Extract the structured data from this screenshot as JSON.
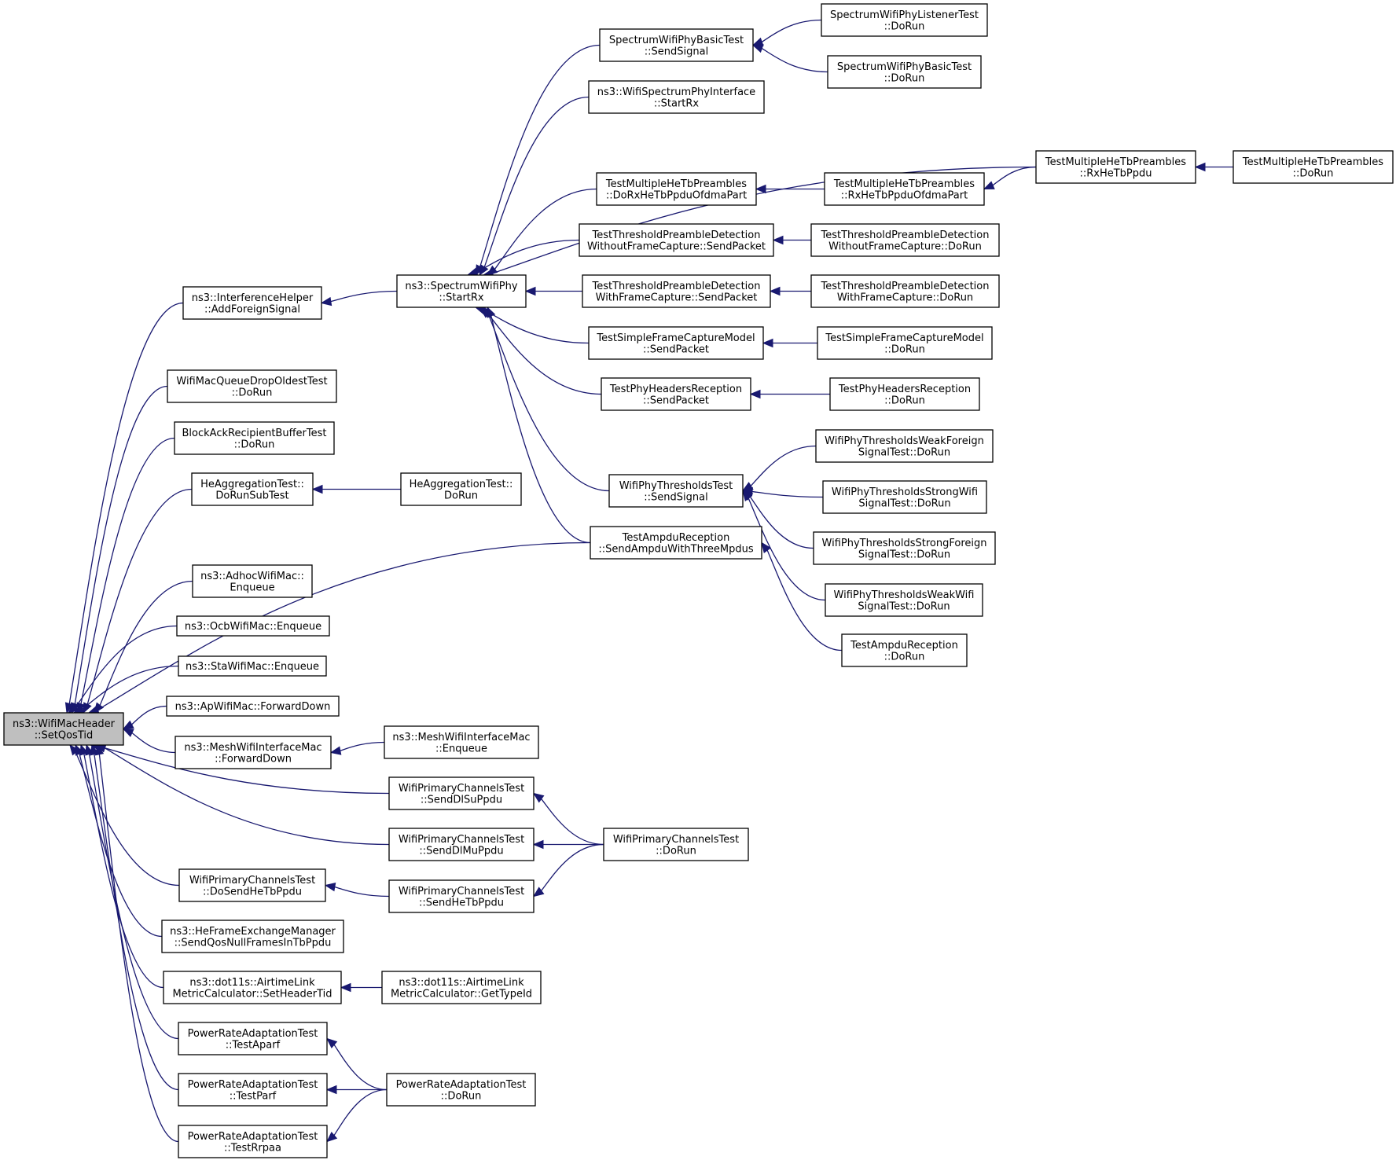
{
  "graph": {
    "nodes": [
      {
        "id": "root",
        "lines": [
          "ns3::WifiMacHeader",
          "::SetQosTid"
        ]
      },
      {
        "id": "n_ifh",
        "lines": [
          "ns3::InterferenceHelper",
          "::AddForeignSignal"
        ]
      },
      {
        "id": "n_wmq",
        "lines": [
          "WifiMacQueueDropOldestTest",
          "::DoRun"
        ]
      },
      {
        "id": "n_bar",
        "lines": [
          "BlockAckRecipientBufferTest",
          "::DoRun"
        ]
      },
      {
        "id": "n_hest",
        "lines": [
          "HeAggregationTest::",
          "DoRunSubTest"
        ]
      },
      {
        "id": "n_adhoc",
        "lines": [
          "ns3::AdhocWifiMac::",
          "Enqueue"
        ]
      },
      {
        "id": "n_ocb",
        "lines": [
          "ns3::OcbWifiMac::Enqueue"
        ]
      },
      {
        "id": "n_sta",
        "lines": [
          "ns3::StaWifiMac::Enqueue"
        ]
      },
      {
        "id": "n_ap",
        "lines": [
          "ns3::ApWifiMac::ForwardDown"
        ]
      },
      {
        "id": "n_meshfd",
        "lines": [
          "ns3::MeshWifiInterfaceMac",
          "::ForwardDown"
        ]
      },
      {
        "id": "n_wpcdoHe",
        "lines": [
          "WifiPrimaryChannelsTest",
          "::DoSendHeTbPpdu"
        ]
      },
      {
        "id": "n_hefem",
        "lines": [
          "ns3::HeFrameExchangeManager",
          "::SendQosNullFramesInTbPpdu"
        ]
      },
      {
        "id": "n_dot11set",
        "lines": [
          "ns3::dot11s::AirtimeLink",
          "MetricCalculator::SetHeaderTid"
        ]
      },
      {
        "id": "n_praparf",
        "lines": [
          "PowerRateAdaptationTest",
          "::TestAparf"
        ]
      },
      {
        "id": "n_prparf",
        "lines": [
          "PowerRateAdaptationTest",
          "::TestParf"
        ]
      },
      {
        "id": "n_prrpaa",
        "lines": [
          "PowerRateAdaptationTest",
          "::TestRrpaa"
        ]
      },
      {
        "id": "n_sws",
        "lines": [
          "ns3::SpectrumWifiPhy",
          "::StartRx"
        ]
      },
      {
        "id": "n_heaggrun",
        "lines": [
          "HeAggregationTest::",
          "DoRun"
        ]
      },
      {
        "id": "n_ampdu",
        "lines": [
          "TestAmpduReception",
          "::SendAmpduWithThreeMpdus"
        ]
      },
      {
        "id": "n_meshenq",
        "lines": [
          "ns3::MeshWifiInterfaceMac",
          "::Enqueue"
        ]
      },
      {
        "id": "n_wpcsu",
        "lines": [
          "WifiPrimaryChannelsTest",
          "::SendDlSuPpdu"
        ]
      },
      {
        "id": "n_wpcmu",
        "lines": [
          "WifiPrimaryChannelsTest",
          "::SendDlMuPpdu"
        ]
      },
      {
        "id": "n_wpchetb",
        "lines": [
          "WifiPrimaryChannelsTest",
          "::SendHeTbPpdu"
        ]
      },
      {
        "id": "n_dot11get",
        "lines": [
          "ns3::dot11s::AirtimeLink",
          "MetricCalculator::GetTypeId"
        ]
      },
      {
        "id": "n_prrun",
        "lines": [
          "PowerRateAdaptationTest",
          "::DoRun"
        ]
      },
      {
        "id": "n_swbss",
        "lines": [
          "SpectrumWifiPhyBasicTest",
          "::SendSignal"
        ]
      },
      {
        "id": "n_wspi",
        "lines": [
          "ns3::WifiSpectrumPhyInterface",
          "::StartRx"
        ]
      },
      {
        "id": "n_tmhofdma",
        "lines": [
          "TestMultipleHeTbPreambles",
          "::DoRxHeTbPpduOfdmaPart"
        ]
      },
      {
        "id": "n_ttpdwo",
        "lines": [
          "TestThresholdPreambleDetection",
          "WithoutFrameCapture::SendPacket"
        ]
      },
      {
        "id": "n_ttpdw",
        "lines": [
          "TestThresholdPreambleDetection",
          "WithFrameCapture::SendPacket"
        ]
      },
      {
        "id": "n_tsfcm",
        "lines": [
          "TestSimpleFrameCaptureModel",
          "::SendPacket"
        ]
      },
      {
        "id": "n_tphr",
        "lines": [
          "TestPhyHeadersReception",
          "::SendPacket"
        ]
      },
      {
        "id": "n_wptss",
        "lines": [
          "WifiPhyThresholdsTest",
          "::SendSignal"
        ]
      },
      {
        "id": "n_tarun",
        "lines": [
          "TestAmpduReception",
          "::DoRun"
        ]
      },
      {
        "id": "n_wpcrun",
        "lines": [
          "WifiPrimaryChannelsTest",
          "::DoRun"
        ]
      },
      {
        "id": "n_swltrun",
        "lines": [
          "SpectrumWifiPhyListenerTest",
          "::DoRun"
        ]
      },
      {
        "id": "n_swbtrun",
        "lines": [
          "SpectrumWifiPhyBasicTest",
          "::DoRun"
        ]
      },
      {
        "id": "n_tmhrxofdma",
        "lines": [
          "TestMultipleHeTbPreambles",
          "::RxHeTbPpduOfdmaPart"
        ]
      },
      {
        "id": "n_tmhrx",
        "lines": [
          "TestMultipleHeTbPreambles",
          "::RxHeTbPpdu"
        ]
      },
      {
        "id": "n_tmhrun",
        "lines": [
          "TestMultipleHeTbPreambles",
          "::DoRun"
        ]
      },
      {
        "id": "n_ttpdworun",
        "lines": [
          "TestThresholdPreambleDetection",
          "WithoutFrameCapture::DoRun"
        ]
      },
      {
        "id": "n_ttpdwrun",
        "lines": [
          "TestThresholdPreambleDetection",
          "WithFrameCapture::DoRun"
        ]
      },
      {
        "id": "n_tsfcmrun",
        "lines": [
          "TestSimpleFrameCaptureModel",
          "::DoRun"
        ]
      },
      {
        "id": "n_tphrrun",
        "lines": [
          "TestPhyHeadersReception",
          "::DoRun"
        ]
      },
      {
        "id": "n_wptwf",
        "lines": [
          "WifiPhyThresholdsWeakForeign",
          "SignalTest::DoRun"
        ]
      },
      {
        "id": "n_wptsw",
        "lines": [
          "WifiPhyThresholdsStrongWifi",
          "SignalTest::DoRun"
        ]
      },
      {
        "id": "n_wptsf",
        "lines": [
          "WifiPhyThresholdsStrongForeign",
          "SignalTest::DoRun"
        ]
      },
      {
        "id": "n_wptww",
        "lines": [
          "WifiPhyThresholdsWeakWifi",
          "SignalTest::DoRun"
        ]
      }
    ],
    "edges": [
      {
        "from": "n_ifh",
        "to": "root"
      },
      {
        "from": "n_wmq",
        "to": "root"
      },
      {
        "from": "n_bar",
        "to": "root"
      },
      {
        "from": "n_hest",
        "to": "root"
      },
      {
        "from": "n_ampdu",
        "to": "root"
      },
      {
        "from": "n_adhoc",
        "to": "root"
      },
      {
        "from": "n_ocb",
        "to": "root"
      },
      {
        "from": "n_sta",
        "to": "root"
      },
      {
        "from": "n_ap",
        "to": "root"
      },
      {
        "from": "n_meshfd",
        "to": "root"
      },
      {
        "from": "n_wpcsu",
        "to": "root"
      },
      {
        "from": "n_wpcmu",
        "to": "root"
      },
      {
        "from": "n_wpcdoHe",
        "to": "root"
      },
      {
        "from": "n_hefem",
        "to": "root"
      },
      {
        "from": "n_dot11set",
        "to": "root"
      },
      {
        "from": "n_praparf",
        "to": "root"
      },
      {
        "from": "n_prparf",
        "to": "root"
      },
      {
        "from": "n_prrpaa",
        "to": "root"
      },
      {
        "from": "n_sws",
        "to": "n_ifh"
      },
      {
        "from": "n_heaggrun",
        "to": "n_hest"
      },
      {
        "from": "n_meshenq",
        "to": "n_meshfd"
      },
      {
        "from": "n_wpchetb",
        "to": "n_wpcdoHe"
      },
      {
        "from": "n_dot11get",
        "to": "n_dot11set"
      },
      {
        "from": "n_prrun",
        "to": "n_praparf"
      },
      {
        "from": "n_prrun",
        "to": "n_prparf"
      },
      {
        "from": "n_prrun",
        "to": "n_prrpaa"
      },
      {
        "from": "n_swbss",
        "to": "n_sws"
      },
      {
        "from": "n_wspi",
        "to": "n_sws"
      },
      {
        "from": "n_tmhrx",
        "to": "n_sws"
      },
      {
        "from": "n_tmhofdma",
        "to": "n_sws"
      },
      {
        "from": "n_ttpdwo",
        "to": "n_sws"
      },
      {
        "from": "n_ttpdw",
        "to": "n_sws"
      },
      {
        "from": "n_tsfcm",
        "to": "n_sws"
      },
      {
        "from": "n_tphr",
        "to": "n_sws"
      },
      {
        "from": "n_wptss",
        "to": "n_sws"
      },
      {
        "from": "n_ampdu",
        "to": "n_sws"
      },
      {
        "from": "n_swltrun",
        "to": "n_swbss"
      },
      {
        "from": "n_swbtrun",
        "to": "n_swbss"
      },
      {
        "from": "n_tmhrxofdma",
        "to": "n_tmhofdma"
      },
      {
        "from": "n_tmhrx",
        "to": "n_tmhrxofdma"
      },
      {
        "from": "n_tmhrun",
        "to": "n_tmhrx"
      },
      {
        "from": "n_ttpdworun",
        "to": "n_ttpdwo"
      },
      {
        "from": "n_ttpdwrun",
        "to": "n_ttpdw"
      },
      {
        "from": "n_tsfcmrun",
        "to": "n_tsfcm"
      },
      {
        "from": "n_tphrrun",
        "to": "n_tphr"
      },
      {
        "from": "n_wptwf",
        "to": "n_wptss"
      },
      {
        "from": "n_wptsw",
        "to": "n_wptss"
      },
      {
        "from": "n_wptsf",
        "to": "n_wptss"
      },
      {
        "from": "n_wptww",
        "to": "n_wptss"
      },
      {
        "from": "n_tarun",
        "to": "n_ampdu"
      },
      {
        "from": "n_wpcrun",
        "to": "n_wpcsu"
      },
      {
        "from": "n_wpcrun",
        "to": "n_wpcmu"
      },
      {
        "from": "n_wpcrun",
        "to": "n_wpchetb"
      }
    ],
    "colors": {
      "edge": "#191970",
      "root_fill": "#bfbfbf",
      "node_fill": "#ffffff",
      "node_stroke": "#000000"
    }
  }
}
